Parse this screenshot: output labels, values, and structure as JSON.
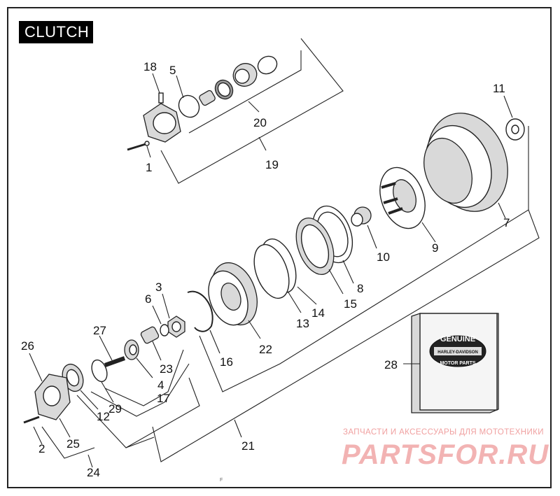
{
  "title": "CLUTCH",
  "callouts": {
    "c1": "1",
    "c2": "2",
    "c3": "3",
    "c4": "4",
    "c5": "5",
    "c6": "6",
    "c7": "7",
    "c8": "8",
    "c9": "9",
    "c10": "10",
    "c11": "11",
    "c12": "12",
    "c13": "13",
    "c14": "14",
    "c15": "15",
    "c16": "16",
    "c17": "17",
    "c18": "18",
    "c19": "19",
    "c20": "20",
    "c21": "21",
    "c22": "22",
    "c23": "23",
    "c24": "24",
    "c25": "25",
    "c26": "26",
    "c27": "27",
    "c28": "28",
    "c29": "29"
  },
  "badge": {
    "line1": "GENUINE",
    "line2": "HARLEY-DAVIDSON",
    "line3": "MOTOR PARTS"
  },
  "watermark": {
    "text": "ЗАПЧАСТИ И АКСЕССУАРЫ ДЛЯ МОТОТЕХНИКИ",
    "logo": "PARTSFOR.RU"
  },
  "footer": "F"
}
